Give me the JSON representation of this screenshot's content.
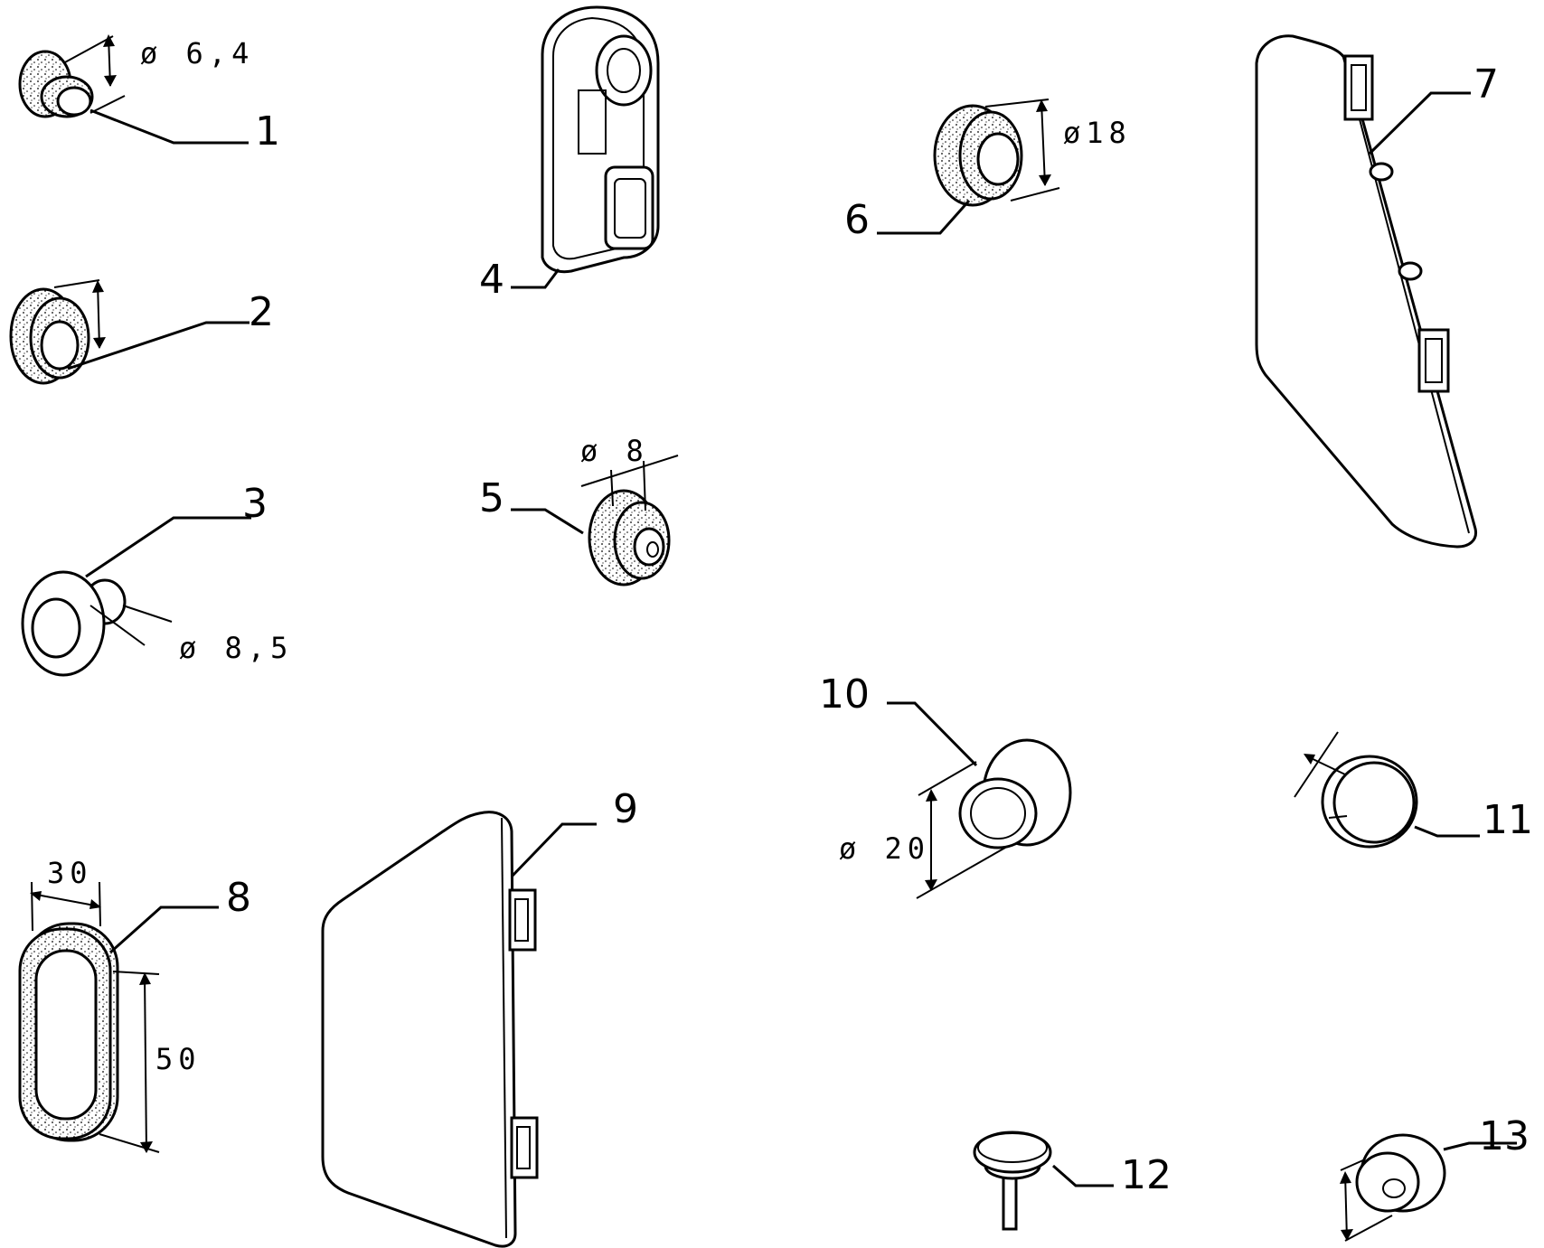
{
  "diagram": {
    "callouts": [
      {
        "id": "1",
        "label": "1"
      },
      {
        "id": "2",
        "label": "2"
      },
      {
        "id": "3",
        "label": "3"
      },
      {
        "id": "4",
        "label": "4"
      },
      {
        "id": "5",
        "label": "5"
      },
      {
        "id": "6",
        "label": "6"
      },
      {
        "id": "7",
        "label": "7"
      },
      {
        "id": "8",
        "label": "8"
      },
      {
        "id": "9",
        "label": "9"
      },
      {
        "id": "10",
        "label": "10"
      },
      {
        "id": "11",
        "label": "11"
      },
      {
        "id": "12",
        "label": "12"
      },
      {
        "id": "13",
        "label": "13"
      }
    ],
    "dimensions": {
      "part1_diameter": "ø 6,4",
      "part3_diameter": "ø 8,5",
      "part5_diameter": "ø 8",
      "part6_diameter": "ø18",
      "part8_width": "30",
      "part8_height": "50",
      "part10_diameter": "ø 20"
    }
  }
}
